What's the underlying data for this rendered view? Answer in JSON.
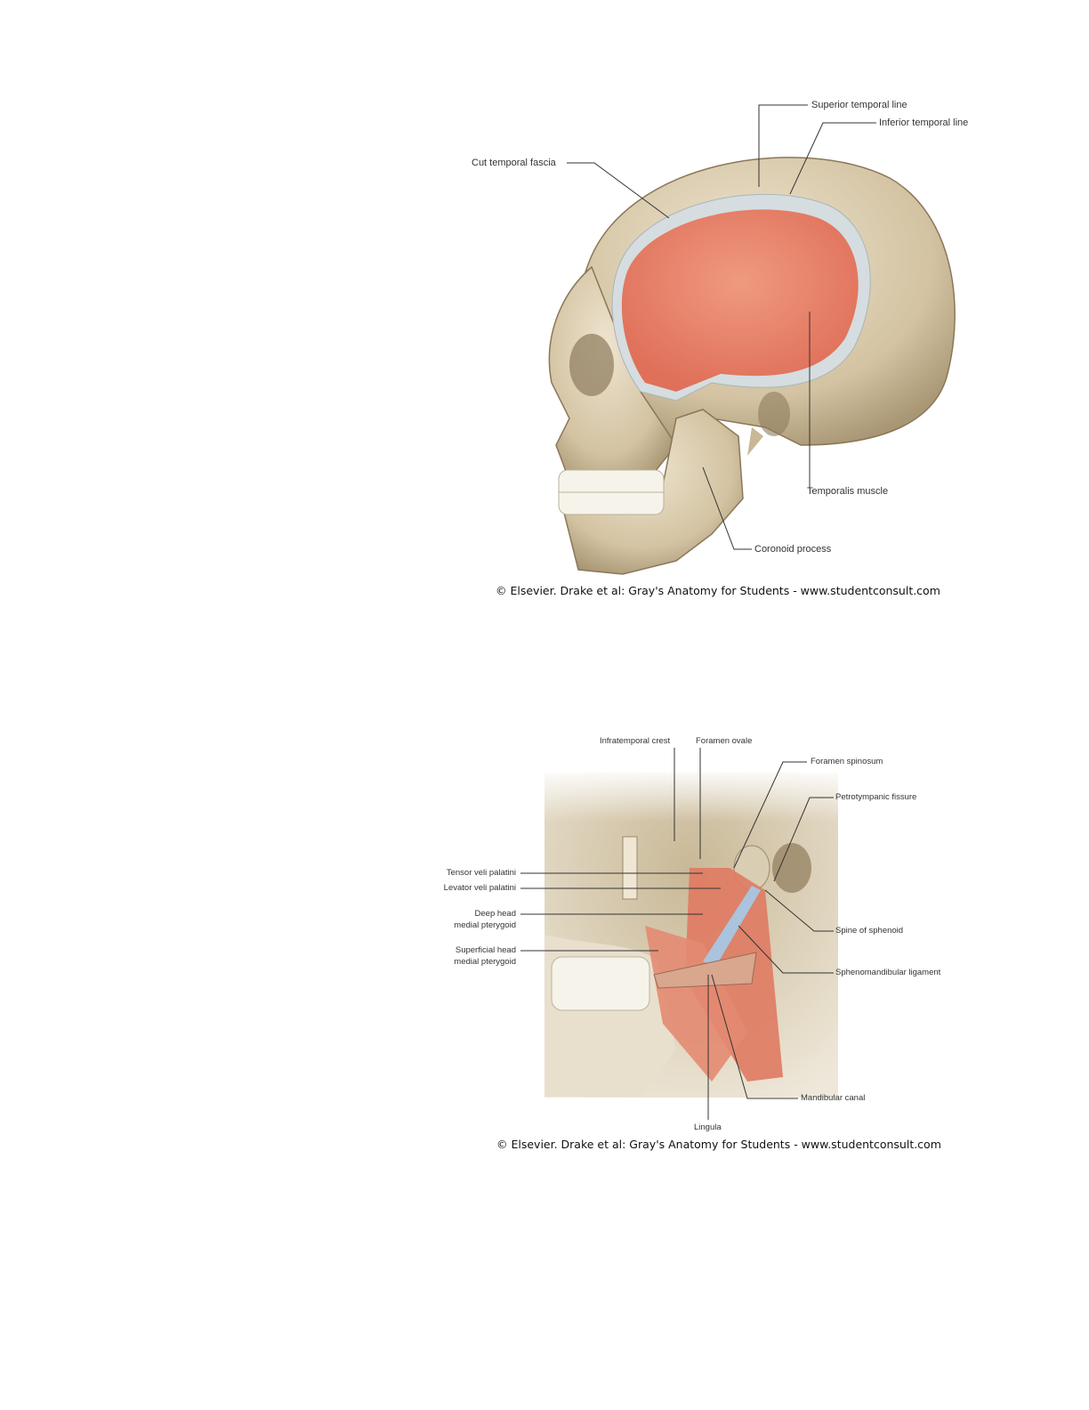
{
  "figure1": {
    "labels": {
      "superior_temporal_line": "Superior temporal line",
      "inferior_temporal_line": "Inferior temporal line",
      "cut_temporal_fascia": "Cut temporal fascia",
      "temporalis_muscle": "Temporalis muscle",
      "coronoid_process": "Coronoid process"
    },
    "caption": "© Elsevier. Drake et al: Gray's Anatomy for Students - www.studentconsult.com"
  },
  "figure2": {
    "labels": {
      "infratemporal_crest": "Infratemporal crest",
      "foramen_ovale": "Foramen ovale",
      "foramen_spinosum": "Foramen spinosum",
      "petrotympanic_fissure": "Petrotympanic fissure",
      "tensor_veli_palatini": "Tensor veli palatini",
      "levator_veli_palatini": "Levator veli palatini",
      "deep_head_1": "Deep head",
      "deep_head_2": "medial pterygoid",
      "superficial_head_1": "Superficial head",
      "superficial_head_2": "medial pterygoid",
      "spine_of_sphenoid": "Spine of sphenoid",
      "sphenomandibular_ligament": "Sphenomandibular ligament",
      "mandibular_canal": "Mandibular canal",
      "lingula": "Lingula"
    },
    "caption": "© Elsevier. Drake et al: Gray's Anatomy for Students - www.studentconsult.com"
  }
}
